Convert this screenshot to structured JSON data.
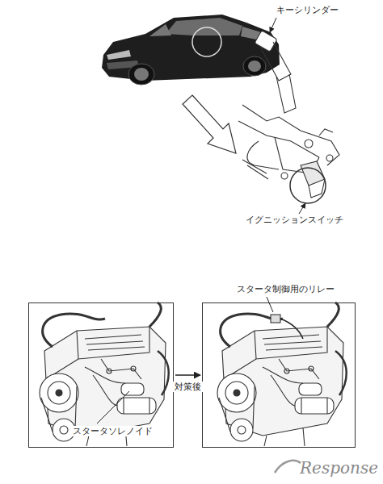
{
  "diagram": {
    "nodes": [
      {
        "text": [
          "スタータソレノイド"
        ]
      },
      {
        "text": [
          "スタータ制御用のリレー"
        ]
      }
    ],
    "edges": [
      {
        "from": 0,
        "to": 1,
        "label": "対策後",
        "arrow": "to"
      }
    ],
    "labels": [
      "キーシリンダー",
      "イグニッションスイッチ",
      "Response"
    ]
  }
}
